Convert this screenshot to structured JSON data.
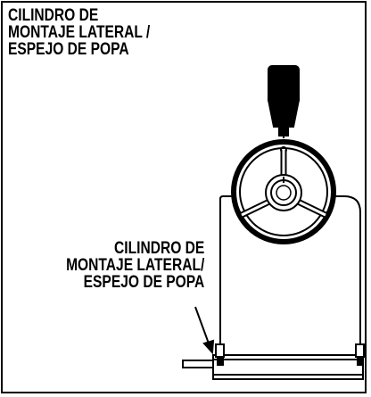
{
  "title": {
    "lines": [
      "CILINDRO DE",
      "MONTAJE LATERAL /",
      "ESPEJO DE POPA"
    ]
  },
  "callout": {
    "lines": [
      "CILINDRO DE",
      "MONTAJE LATERAL/",
      "ESPEJO DE POPA"
    ]
  },
  "colors": {
    "ink": "#000000",
    "paper": "#ffffff"
  },
  "icons": [
    "oil-bottle-icon",
    "steering-wheel-icon",
    "mounting-cylinder-icon"
  ]
}
